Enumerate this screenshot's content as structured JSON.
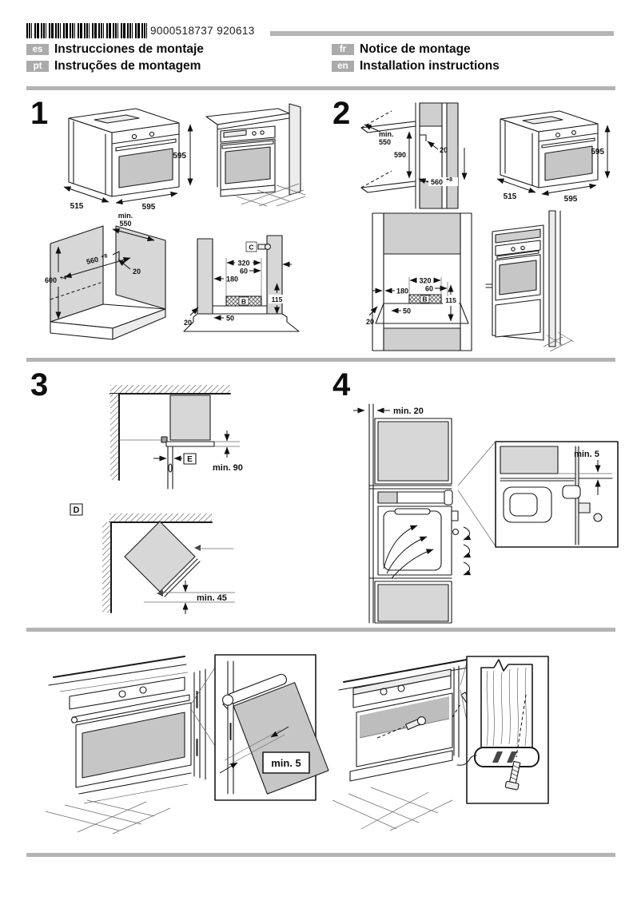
{
  "colors": {
    "divider_gray": "#b4b4b4",
    "lang_box_gray": "#ababab",
    "panel_light_gray": "#d7d7d7",
    "glass_gray": "#c6c6c6",
    "line_black": "#1a1a1a"
  },
  "header": {
    "barcode_number": "9000518737 920613",
    "languages": [
      {
        "code": "es",
        "title": "Instrucciones de montaje"
      },
      {
        "code": "pt",
        "title": "Instruções de montagem"
      },
      {
        "code": "fr",
        "title": "Notice de montage"
      },
      {
        "code": "en",
        "title": "Installation instructions"
      }
    ]
  },
  "section1": {
    "number": "1",
    "oven_height": "595",
    "oven_depth": "515",
    "oven_width": "595",
    "cab_min_label": "min.",
    "cab_min_value": "550",
    "cab_depth": "560",
    "cab_depth_sup": "+8",
    "cab_height": "600",
    "cab_height_sup": "+4",
    "cab_gap": "20",
    "niche_320": "320",
    "niche_60": "60",
    "niche_180": "180",
    "niche_115": "115",
    "niche_50": "50",
    "niche_20": "20",
    "label_b": "B",
    "label_c": "C"
  },
  "section2": {
    "number": "2",
    "col_min_label": "min.",
    "col_min_value": "550",
    "col_590": "590",
    "col_20": "20",
    "col_depth": "560",
    "col_depth_sup": "+8",
    "oven_height": "595",
    "oven_depth": "515",
    "oven_width": "595",
    "niche_320": "320",
    "niche_60": "60",
    "niche_180": "180",
    "niche_115": "115",
    "niche_50": "50",
    "niche_20": "20",
    "label_b": "B"
  },
  "section3": {
    "number": "3",
    "label_e": "E",
    "min_90": "min. 90",
    "label_d": "D",
    "min_45": "min. 45"
  },
  "section4": {
    "number": "4",
    "min_20": "min. 20",
    "min_5": "min. 5"
  },
  "bottom": {
    "min_5": "min. 5"
  }
}
